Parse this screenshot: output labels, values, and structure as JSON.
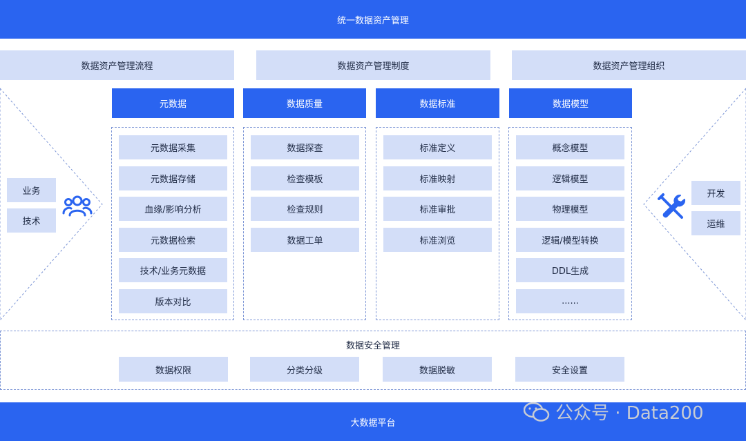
{
  "top_bar": "统一数据资产管理",
  "bottom_bar": "大数据平台",
  "row2": [
    "数据资产管理流程",
    "数据资产管理制度",
    "数据资产管理组织"
  ],
  "left_roles": [
    "业务",
    "技术"
  ],
  "right_roles": [
    "开发",
    "运维"
  ],
  "left_icon": "users-icon",
  "right_icon": "tools-icon",
  "columns": [
    {
      "title": "元数据",
      "items": [
        "元数据采集",
        "元数据存储",
        "血缘/影响分析",
        "元数据检索",
        "技术/业务元数据",
        "版本对比"
      ]
    },
    {
      "title": "数据质量",
      "items": [
        "数据探查",
        "检查模板",
        "检查规则",
        "数据工单"
      ]
    },
    {
      "title": "数据标准",
      "items": [
        "标准定义",
        "标准映射",
        "标准审批",
        "标准浏览"
      ]
    },
    {
      "title": "数据模型",
      "items": [
        "概念模型",
        "逻辑模型",
        "物理模型",
        "逻辑/模型转换",
        "DDL生成",
        "......"
      ]
    }
  ],
  "security": {
    "title": "数据安全管理",
    "items": [
      "数据权限",
      "分类分级",
      "数据脱敏",
      "安全设置"
    ]
  },
  "watermark": {
    "text": "公众号 · Data200",
    "icon": "wechat-icon"
  },
  "colors": {
    "primary": "#2a64f0",
    "light": "#d3def8",
    "dash": "#7d96d6"
  }
}
